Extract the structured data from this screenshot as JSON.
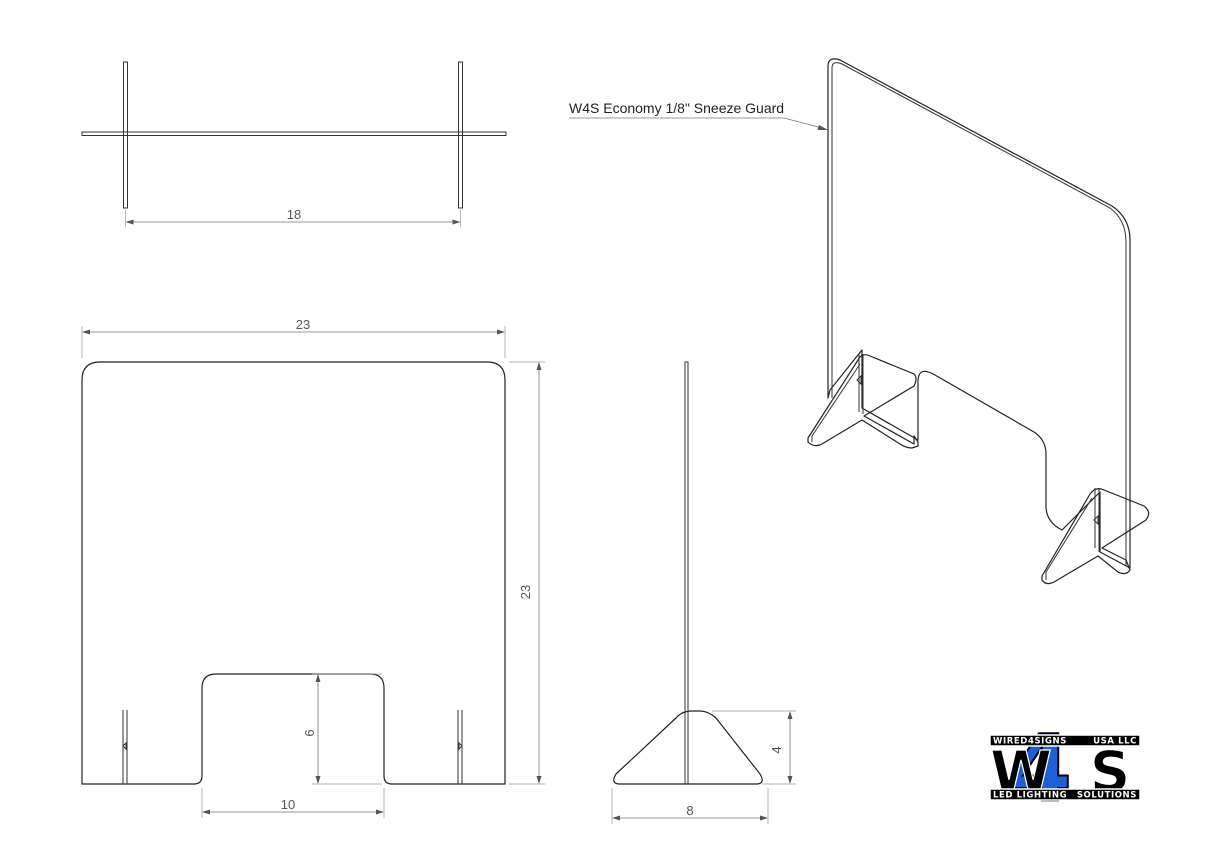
{
  "callout": {
    "text": "W4S Economy 1/8\" Sneeze Guard"
  },
  "dimensions": {
    "top_width": "18",
    "front_width": "23",
    "front_height": "23",
    "cutout_width": "10",
    "cutout_height": "6",
    "side_base_width": "8",
    "side_base_height": "4"
  },
  "logo": {
    "top_left": "WIRED4SIGNS",
    "top_right": "USA LLC",
    "main_w": "W",
    "main_4": "4",
    "main_s": "S",
    "bottom_left": "LED LIGHTING",
    "bottom_right": "SOLUTIONS",
    "colors": {
      "blue": "#1f5fd6",
      "black": "#000000",
      "white": "#ffffff"
    }
  }
}
